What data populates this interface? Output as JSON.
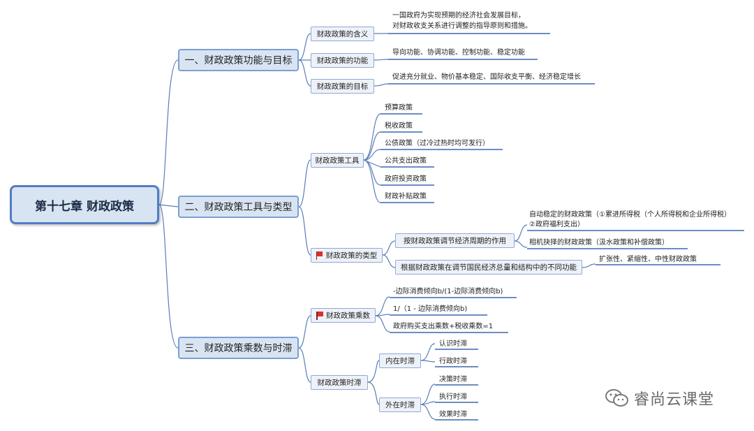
{
  "root": "第十七章 财政政策",
  "sections": [
    {
      "title": "一、财政政策功能与目标",
      "items": [
        {
          "label": "财政政策的含义",
          "leaves": [
            "一国政府为实现预期的经济社会发展目标，",
            "对财政收支关系进行调整的指导原则和措施。"
          ]
        },
        {
          "label": "财政政策的功能",
          "leaves": [
            "导向功能、协调功能、控制功能、稳定功能"
          ]
        },
        {
          "label": "财政政策的目标",
          "leaves": [
            "促进充分就业、物价基本稳定、国际收支平衡、经济稳定增长"
          ]
        }
      ]
    },
    {
      "title": "二、财政政策工具与类型",
      "items": [
        {
          "label": "财政政策工具",
          "leaves": [
            "预算政策",
            "税收政策",
            "公债政策（过冷过热时均可发行）",
            "公共支出政策",
            "政府投资政策",
            "财政补贴政策"
          ]
        },
        {
          "label": "财政政策的类型",
          "flag": true,
          "sub": [
            {
              "label": "按财政政策调节经济周期的作用",
              "leaves": [
                "自动稳定的财政政策（①累进所得税（个人所得税和企业所得税）",
                "②政府福利支出）",
                "相机抉择的财政政策（汲水政策和补偿政策）"
              ]
            },
            {
              "label": "根据财政政策在调节国民经济总量和结构中的不同功能",
              "leaves": [
                "扩张性、紧缩性、中性财政政策"
              ]
            }
          ]
        }
      ]
    },
    {
      "title": "三、财政政策乘数与时滞",
      "items": [
        {
          "label": "财政政策乘数",
          "flag": true,
          "leaves": [
            "-边际消费倾向b/(1-边际消费倾向b)",
            "1/（1 - 边际消费倾向b)",
            "政府购买支出乘数+税收乘数=1"
          ]
        },
        {
          "label": "财政政策时滞",
          "sub": [
            {
              "label": "内在时滞",
              "leaves": [
                "认识时滞",
                "行政时滞"
              ]
            },
            {
              "label": "外在时滞",
              "leaves": [
                "决策时滞",
                "执行时滞",
                "效果时滞"
              ]
            }
          ]
        }
      ]
    }
  ],
  "watermark": "睿尚云课堂",
  "colors": {
    "line": "#5b7db8",
    "node_fill": "#d9e4f3",
    "node_border": "#4f7ec3",
    "flag": "#d9302a"
  }
}
